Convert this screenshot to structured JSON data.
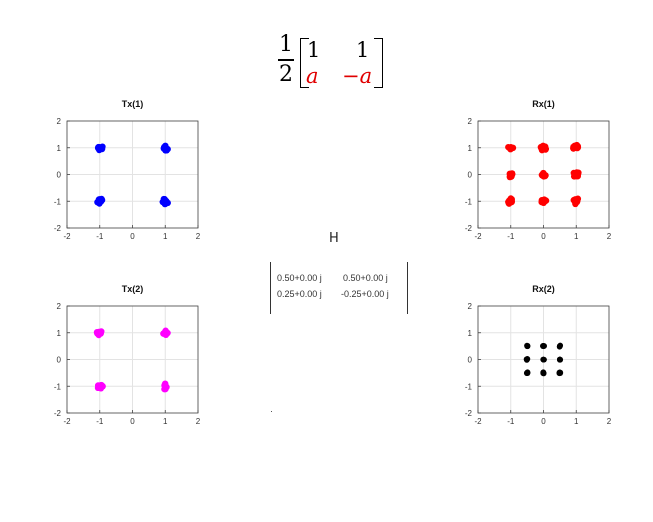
{
  "formula": {
    "coef_num": "1",
    "coef_den": "2",
    "m11": "1",
    "m12": "1",
    "m21": "a",
    "m22": "−a"
  },
  "matrix_h": {
    "title": "H",
    "r1c1": "0.50+0.00 j",
    "r1c2": "0.50+0.00 j",
    "r2c1": "0.25+0.00 j",
    "r2c2": "-0.25+0.00 j"
  },
  "colors": {
    "tx1": "#0000ff",
    "rx1": "#ff0000",
    "tx2": "#ff00ff",
    "rx2": "#000000"
  },
  "chart_data": [
    {
      "id": "tx1",
      "type": "scatter",
      "title": "Tx(1)",
      "color": "#0000ff",
      "xlim": [
        -2,
        2
      ],
      "ylim": [
        -2,
        2
      ],
      "grid": true,
      "xticks": [
        -2,
        -1,
        0,
        1,
        2
      ],
      "yticks": [
        -2,
        -1,
        0,
        1,
        2
      ],
      "points": [
        [
          -1,
          1
        ],
        [
          1,
          1
        ],
        [
          -1,
          -1
        ],
        [
          1,
          -1
        ]
      ]
    },
    {
      "id": "rx1",
      "type": "scatter",
      "title": "Rx(1)",
      "color": "#ff0000",
      "xlim": [
        -2,
        2
      ],
      "ylim": [
        -2,
        2
      ],
      "grid": true,
      "xticks": [
        -2,
        -1,
        0,
        1,
        2
      ],
      "yticks": [
        -2,
        -1,
        0,
        1,
        2
      ],
      "points": [
        [
          -1,
          1
        ],
        [
          0,
          1
        ],
        [
          1,
          1
        ],
        [
          -1,
          0
        ],
        [
          0,
          0
        ],
        [
          1,
          0
        ],
        [
          -1,
          -1
        ],
        [
          0,
          -1
        ],
        [
          1,
          -1
        ]
      ]
    },
    {
      "id": "tx2",
      "type": "scatter",
      "title": "Tx(2)",
      "color": "#ff00ff",
      "xlim": [
        -2,
        2
      ],
      "ylim": [
        -2,
        2
      ],
      "grid": true,
      "xticks": [
        -2,
        -1,
        0,
        1,
        2
      ],
      "yticks": [
        -2,
        -1,
        0,
        1,
        2
      ],
      "points": [
        [
          -1,
          1
        ],
        [
          1,
          1
        ],
        [
          -1,
          -1
        ],
        [
          1,
          -1
        ]
      ]
    },
    {
      "id": "rx2",
      "type": "scatter",
      "title": "Rx(2)",
      "color": "#000000",
      "xlim": [
        -2,
        2
      ],
      "ylim": [
        -2,
        2
      ],
      "grid": true,
      "xticks": [
        -2,
        -1,
        0,
        1,
        2
      ],
      "yticks": [
        -2,
        -1,
        0,
        1,
        2
      ],
      "points": [
        [
          -0.5,
          0.5
        ],
        [
          0,
          0.5
        ],
        [
          0.5,
          0.5
        ],
        [
          -0.5,
          0
        ],
        [
          0,
          0
        ],
        [
          0.5,
          0
        ],
        [
          -0.5,
          -0.5
        ],
        [
          0,
          -0.5
        ],
        [
          0.5,
          -0.5
        ]
      ]
    }
  ]
}
